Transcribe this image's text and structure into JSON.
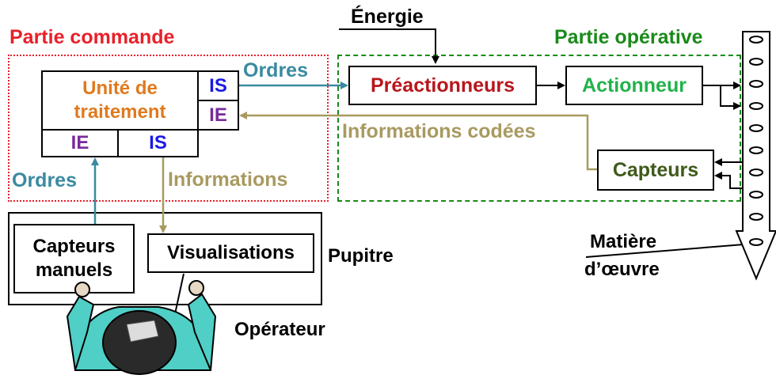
{
  "title_top": "Énergie",
  "partie_commande": {
    "label": "Partie commande",
    "color": "#e8202a"
  },
  "partie_operative": {
    "label": "Partie opérative",
    "color": "#1a8a1a"
  },
  "unite_traitement": {
    "label_line1": "Unité de",
    "label_line2": "traitement",
    "color": "#e07a1f"
  },
  "ports": {
    "is_right": "IS",
    "ie_right": "IE",
    "ie_bottom": "IE",
    "is_bottom": "IS",
    "is_color": "#1a1ae6",
    "ie_color": "#7a2a9a"
  },
  "arrows": {
    "ordres_top": "Ordres",
    "ordres_left": "Ordres",
    "informations_codees": "Informations codées",
    "informations": "Informations",
    "ordres_color": "#3a8aa0",
    "info_color": "#a89a60"
  },
  "preactionneurs": {
    "label": "Préactionneurs",
    "color": "#b8161c"
  },
  "actionneur": {
    "label": "Actionneur",
    "color": "#22b24a"
  },
  "capteurs": {
    "label": "Capteurs",
    "color": "#3f5a1a"
  },
  "pupitre": {
    "label": "Pupitre"
  },
  "capteurs_manuels": {
    "line1": "Capteurs",
    "line2": "manuels"
  },
  "visualisations": {
    "label": "Visualisations"
  },
  "operateur": {
    "label": "Opérateur"
  },
  "matiere": {
    "line1": "Matière",
    "line2": "d’œuvre"
  }
}
